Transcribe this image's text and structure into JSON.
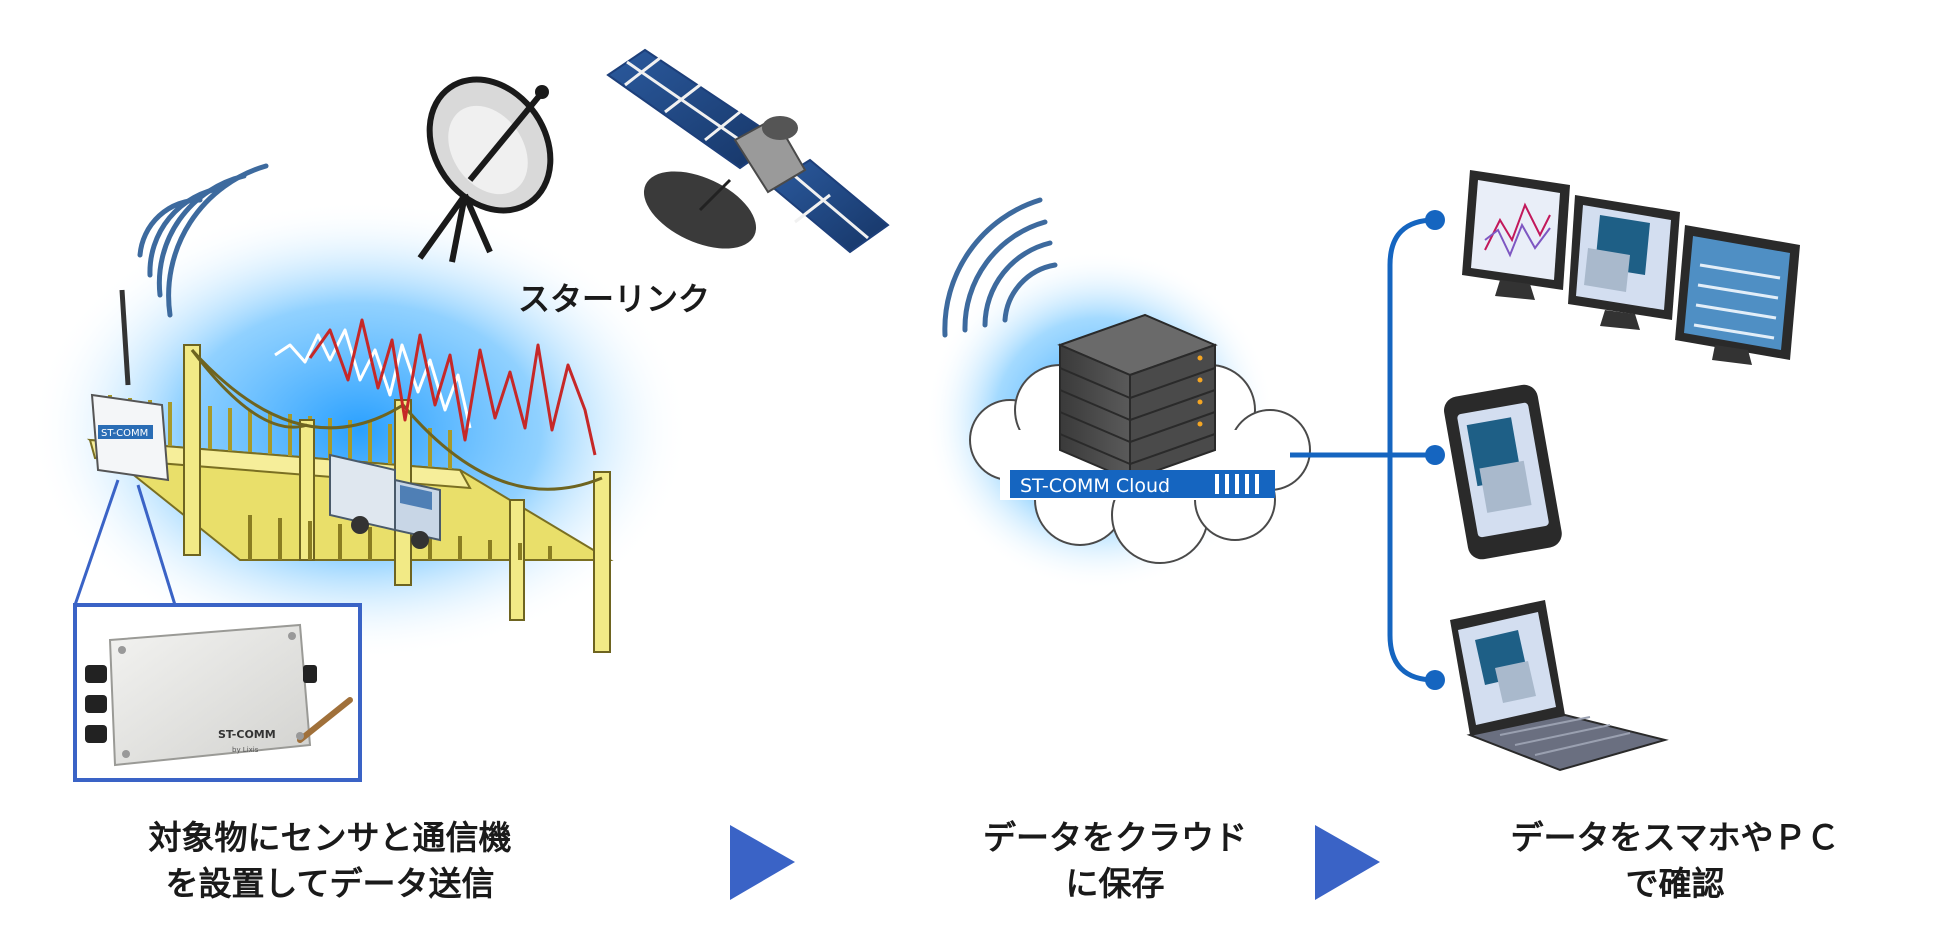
{
  "labels": {
    "starlink": "スターリンク",
    "cloud_brand": "ST-COMM Cloud",
    "router_brand": "ST-COMM",
    "box_brand": "ST-COMM",
    "box_sub": "by Lixis"
  },
  "steps": [
    {
      "line1": "対象物にセンサと通信機",
      "line2": "を設置してデータ送信"
    },
    {
      "line1": "データをクラウド",
      "line2": "に保存"
    },
    {
      "line1": "データをスマホやＰＣ",
      "line2": "で確認"
    }
  ],
  "colors": {
    "accent_blue": "#1565c0",
    "glow_blue": "#1e9bff",
    "arrow_blue": "#3a63c6",
    "bridge_yellow": "#f2ea86",
    "signal_red": "#c62828",
    "panel_navy": "#1d3f7a"
  },
  "icons": [
    "wireless-signal-icon",
    "satellite-dish-icon",
    "satellite-icon",
    "server-icon",
    "monitor-icon",
    "smartphone-icon",
    "laptop-icon",
    "arrow-right-icon"
  ]
}
